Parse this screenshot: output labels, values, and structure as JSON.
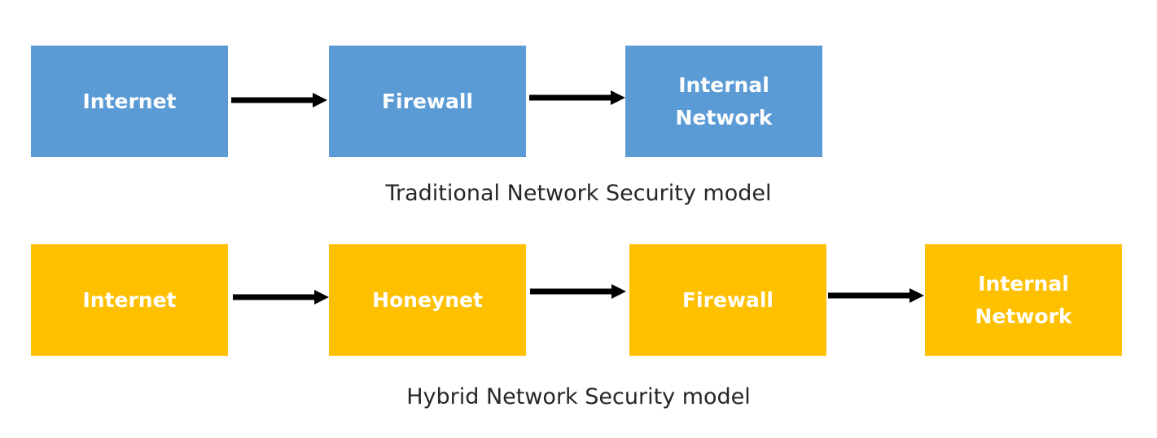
{
  "diagrams": [
    {
      "caption": "Traditional Network Security model",
      "color": "#5b9bd5",
      "nodes": [
        "Internet",
        "Firewall",
        "Internal\nNetwork"
      ]
    },
    {
      "caption": "Hybrid Network Security model",
      "color": "#ffc000",
      "nodes": [
        "Internet",
        "Honeynet",
        "Firewall",
        "Internal\nNetwork"
      ]
    }
  ]
}
